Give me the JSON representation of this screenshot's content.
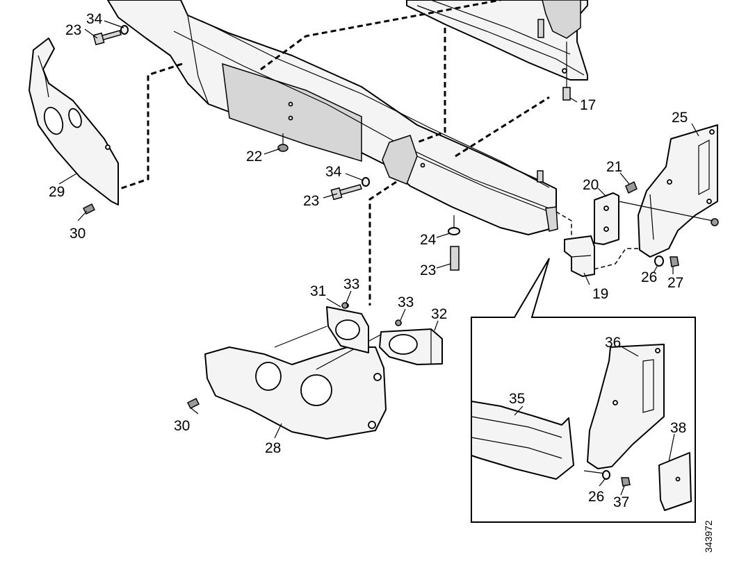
{
  "callouts": {
    "c17": "17",
    "c19": "19",
    "c20": "20",
    "c21": "21",
    "c22": "22",
    "c23a": "23",
    "c23b": "23",
    "c23c": "23",
    "c24": "24",
    "c25": "25",
    "c26a": "26",
    "c26b": "26",
    "c27": "27",
    "c28": "28",
    "c29": "29",
    "c30a": "30",
    "c30b": "30",
    "c31": "31",
    "c32": "32",
    "c33a": "33",
    "c33b": "33",
    "c34a": "34",
    "c34b": "34",
    "c35": "35",
    "c36": "36",
    "c37": "37",
    "c38": "38"
  },
  "document_number": "343972"
}
